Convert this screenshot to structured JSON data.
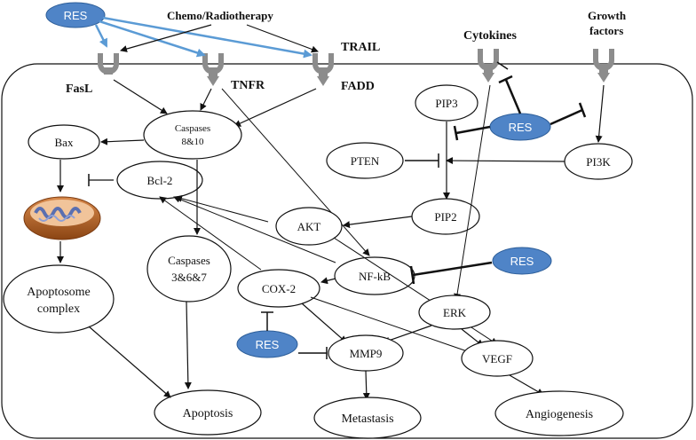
{
  "colors": {
    "res_fill": "#4f84c7",
    "blue_arrow": "#5b9bd5",
    "receptor": "#8c8c8c",
    "line": "#111111",
    "mito_outer": "#a0522d",
    "mito_inner": "#5a6fb0"
  },
  "top_labels": {
    "chemo": "Chemo/Radiotherapy",
    "cytokines": "Cytokines",
    "growth_line1": "Growth",
    "growth_line2": "factors"
  },
  "receptors": {
    "fasl": "FasL",
    "tnfr": "TNFR",
    "trail": "TRAIL",
    "fadd": "FADD"
  },
  "res_label": "RES",
  "nodes": {
    "caspases_8_10": [
      "Caspases",
      "8&10"
    ],
    "bax": "Bax",
    "bcl2": "Bcl-2",
    "apoptosome": [
      "Apoptosome",
      "complex"
    ],
    "caspases_3_6_7": [
      "Caspases",
      "3&6&7"
    ],
    "apoptosis": "Apoptosis",
    "pip3": "PIP3",
    "pten": "PTEN",
    "pi3k": "PI3K",
    "pip2": "PIP2",
    "akt": "AKT",
    "nfkb": "NF-kB",
    "cox2": "COX-2",
    "erk": "ERK",
    "mmp9": "MMP9",
    "vegf": "VEGF",
    "metastasis": "Metastasis",
    "angiogenesis": "Angiogenesis"
  },
  "icons": {
    "receptor": "receptor-icon",
    "mitochondrion": "mitochondrion-icon"
  }
}
